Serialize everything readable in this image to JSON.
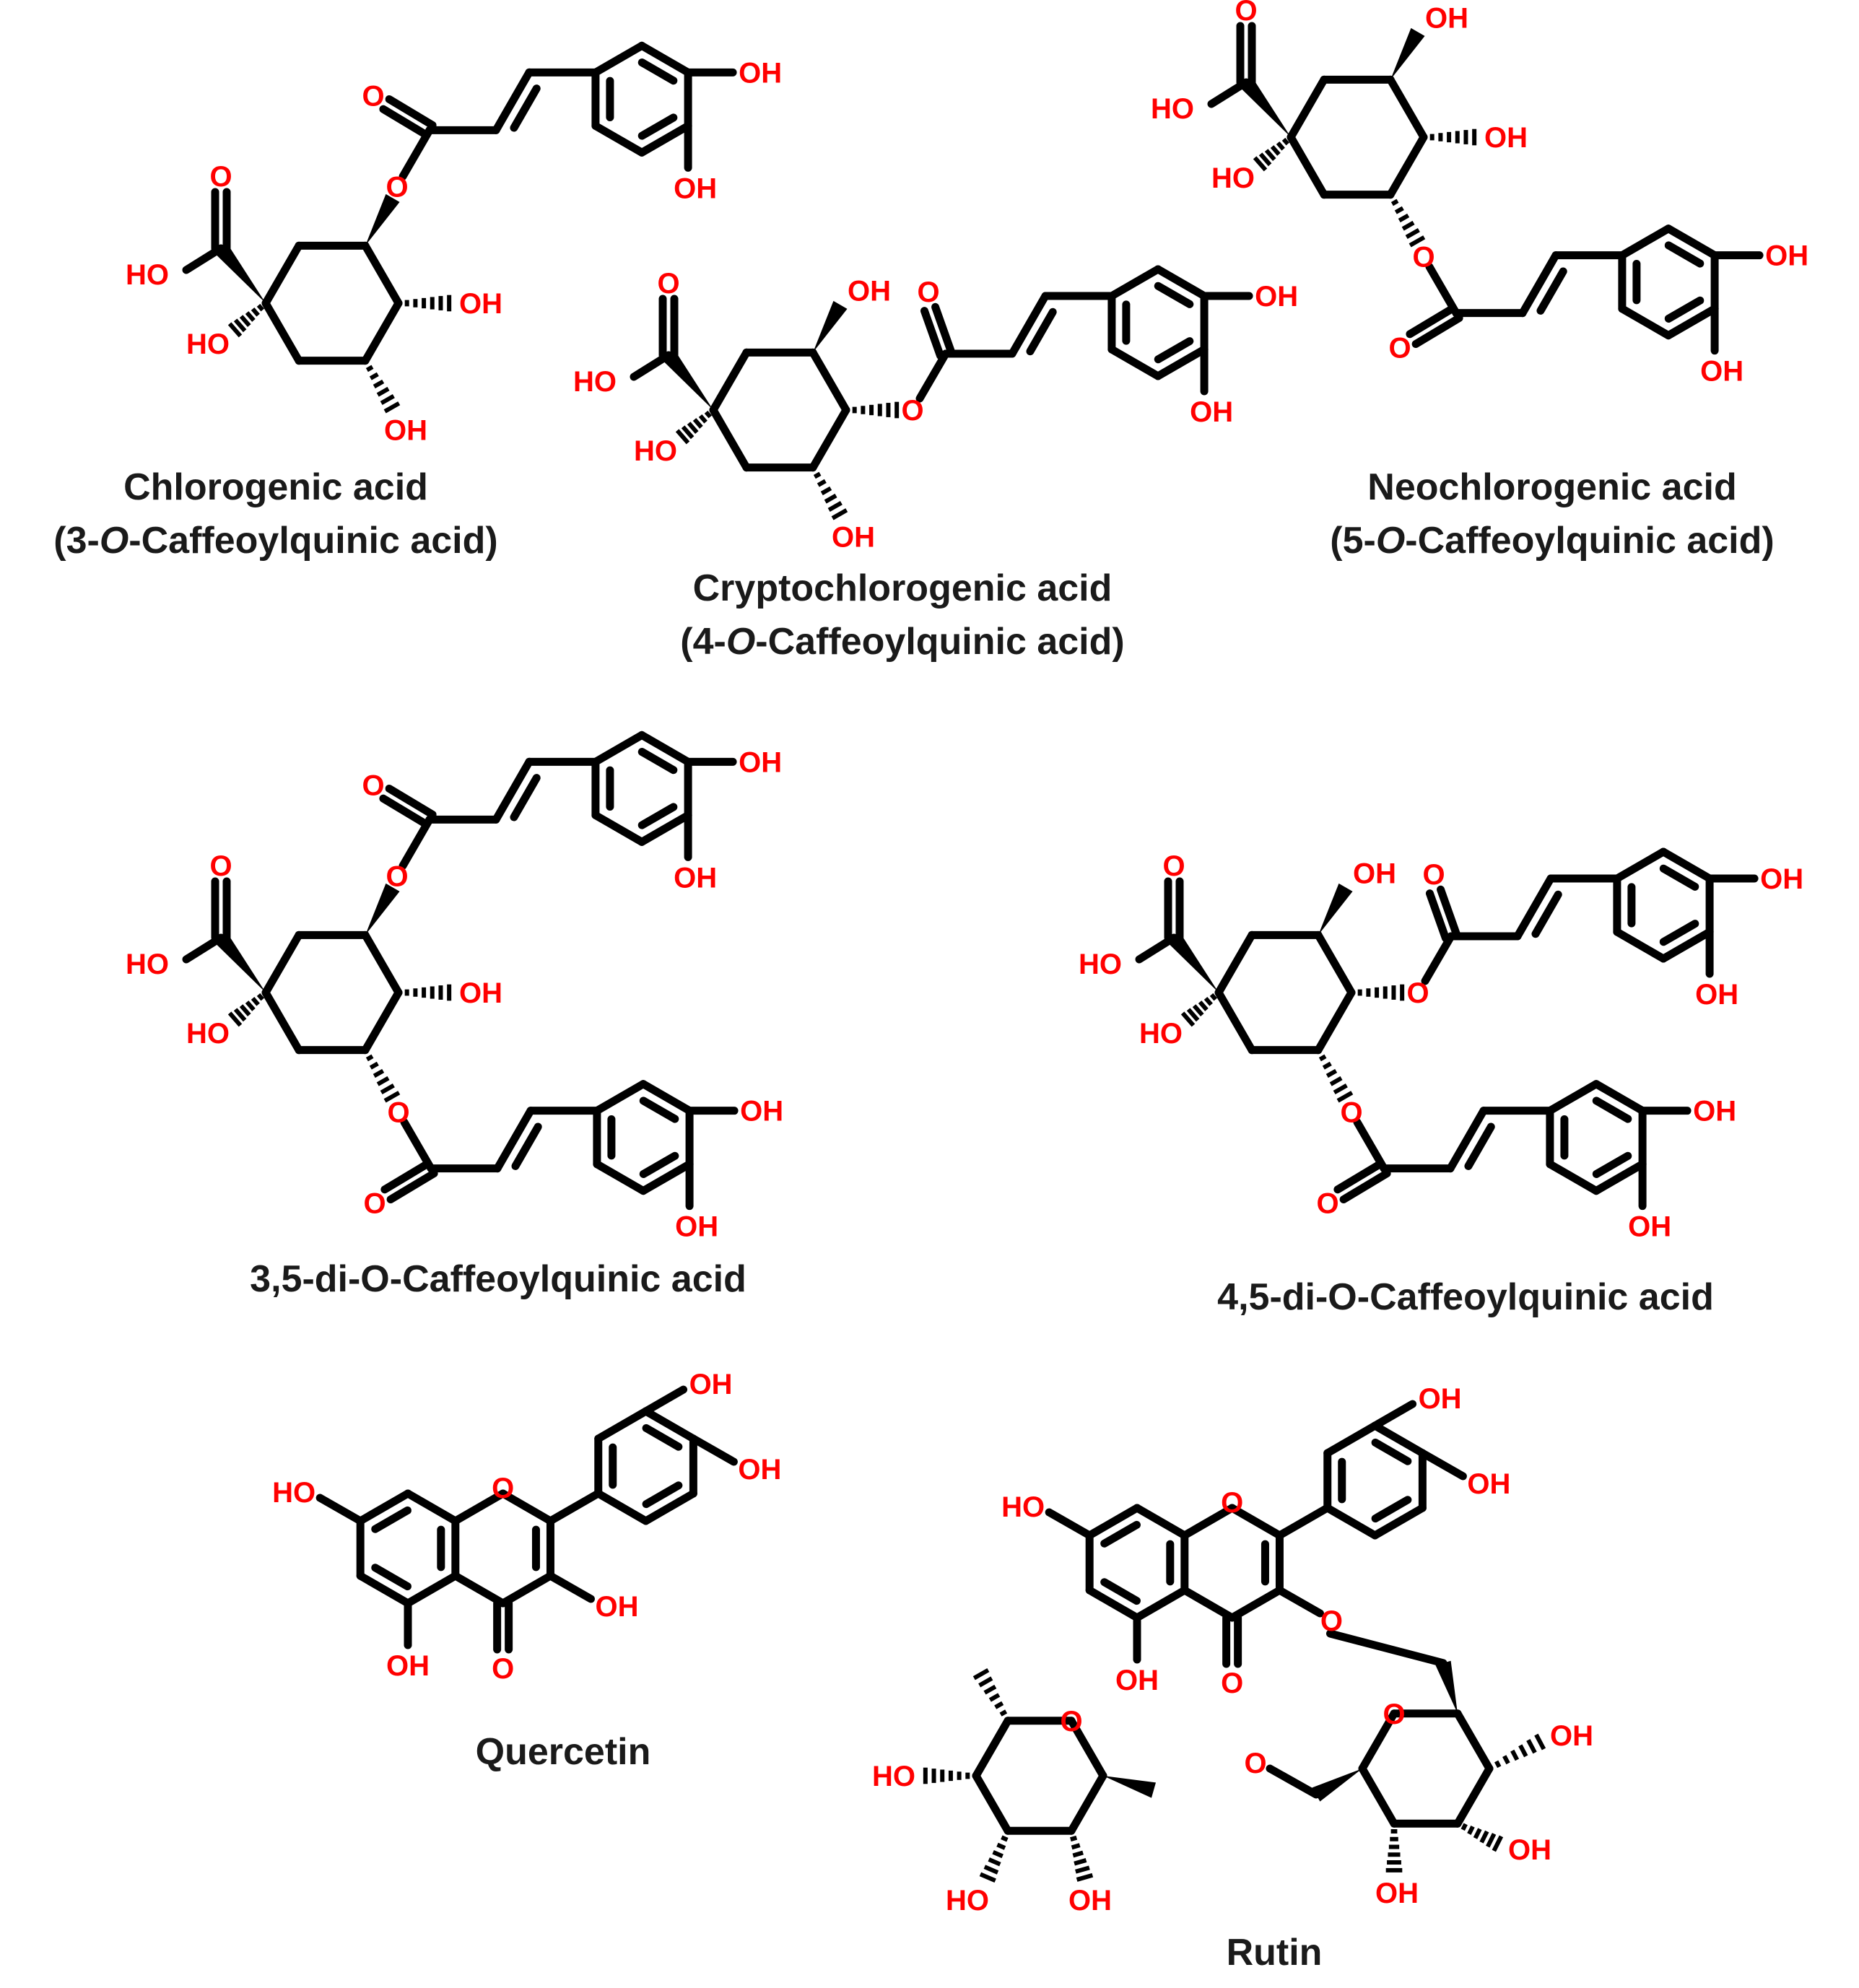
{
  "colors": {
    "heteroatom": "#ff0000",
    "bond": "#000000",
    "caption": "#1a1a1a"
  },
  "atom_labels": {
    "oh": "OH",
    "ho": "HO",
    "o": "O"
  },
  "captions": {
    "c1": {
      "name": "Chlorogenic acid",
      "alt_pre": "(3-",
      "alt_italic": "O",
      "alt_post": "-Caffeoylquinic acid)"
    },
    "c2": {
      "name": "Cryptochlorogenic acid",
      "alt_pre": "(4-",
      "alt_italic": "O",
      "alt_post": "-Caffeoylquinic acid)"
    },
    "c3": {
      "name": "Neochlorogenic acid",
      "alt_pre": "(5-",
      "alt_italic": "O",
      "alt_post": "-Caffeoylquinic acid)"
    },
    "c4": {
      "name": "3,5-di-O-Caffeoylquinic acid"
    },
    "c5": {
      "name": "4,5-di-O-Caffeoylquinic acid"
    },
    "c6": {
      "name": "Quercetin"
    },
    "c7": {
      "name": "Rutin"
    }
  }
}
